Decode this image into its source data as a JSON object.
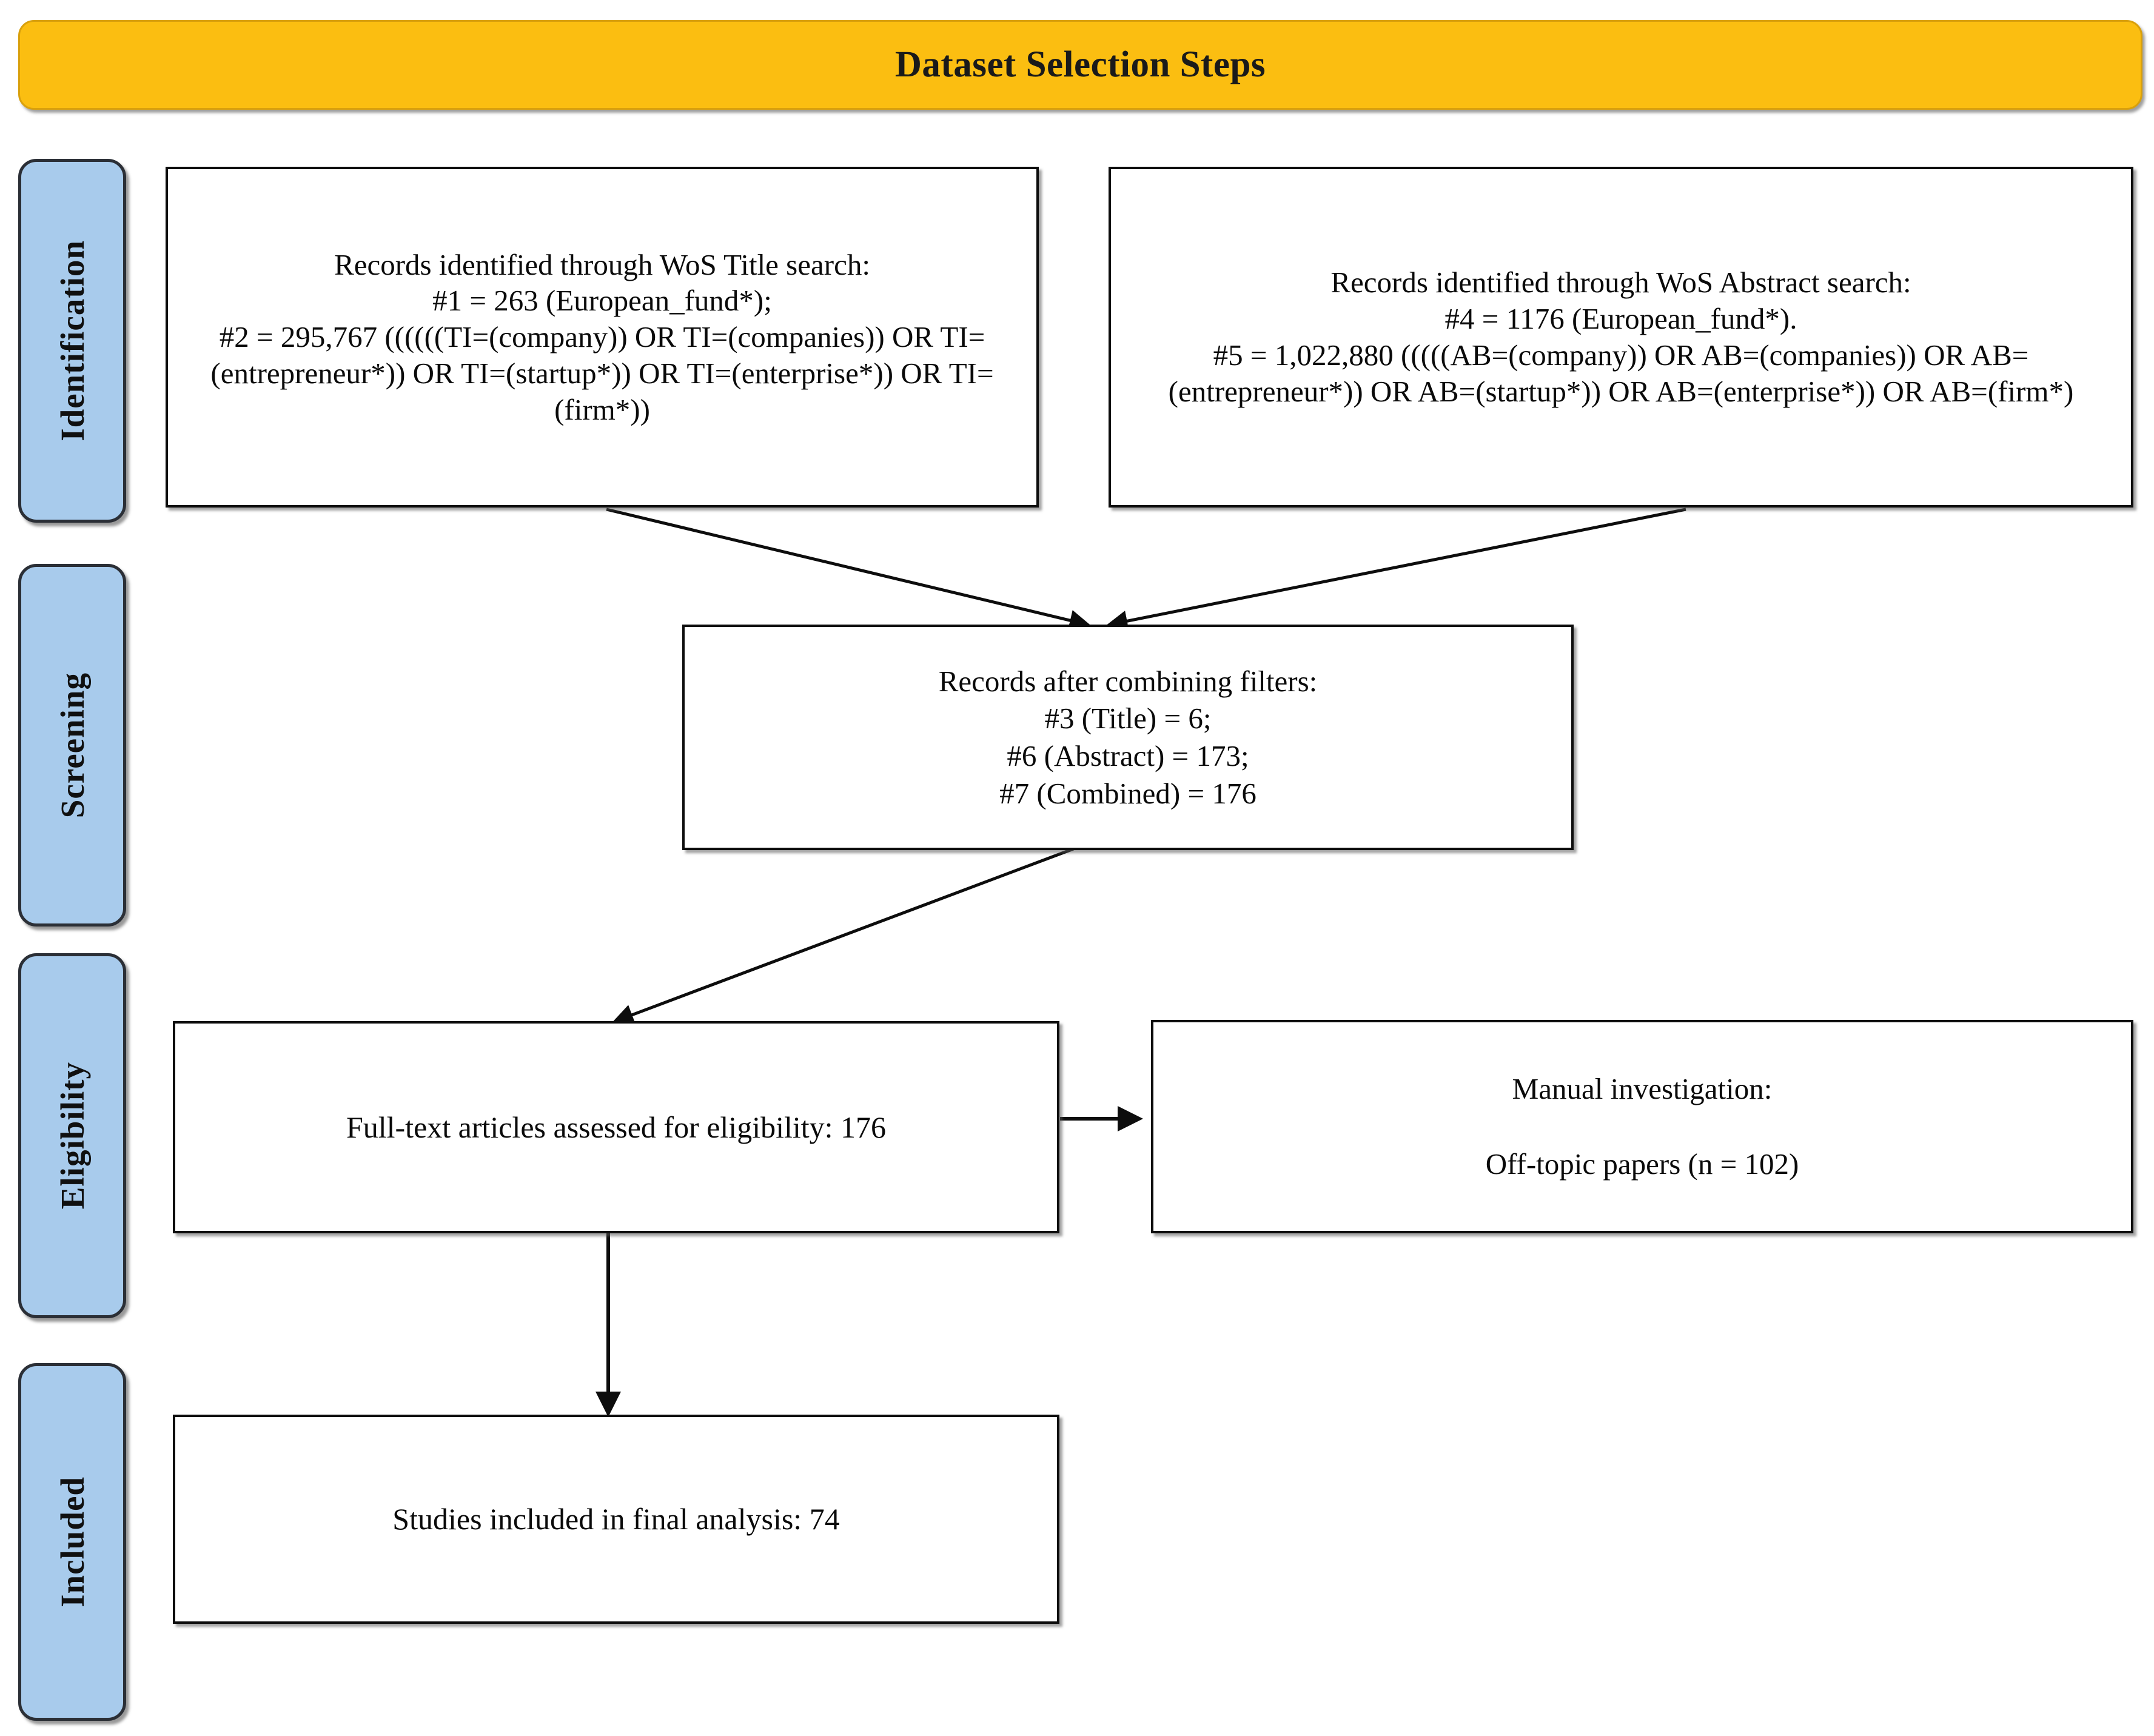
{
  "banner": {
    "title": "Dataset Selection Steps",
    "bg_color": "#FBBE11"
  },
  "stages": [
    {
      "key": "identification",
      "label": "Identification"
    },
    {
      "key": "screening",
      "label": "Screening"
    },
    {
      "key": "eligibility",
      "label": "Eligibility"
    },
    {
      "key": "included",
      "label": "Included"
    }
  ],
  "stage_tab_color": "#A8CBEC",
  "boxes": {
    "wos_title_search": {
      "name": "Records identified through WoS Title search",
      "text": "Records identified through WoS Title search:\n#1 = 263 (European_fund*);\n#2 = 295,767 ((((((TI=(company)) OR TI=(companies)) OR TI=(entrepreneur*)) OR TI=(startup*)) OR TI=(enterprise*)) OR TI=(firm*))"
    },
    "wos_abstract_search": {
      "name": "Records identified through WoS Abstract search",
      "text": "Records identified through WoS Abstract search:\n#4 = 1176 (European_fund*).\n#5 = 1,022,880 (((((AB=(company)) OR AB=(companies)) OR AB=(entrepreneur*)) OR AB=(startup*)) OR AB=(enterprise*)) OR AB=(firm*)"
    },
    "combined_filters": {
      "name": "Records after combining filters",
      "text": "Records after combining filters:\n#3 (Title) = 6;\n#6 (Abstract) = 173;\n#7 (Combined) = 176"
    },
    "full_text_assessed": {
      "name": "Full-text articles assessed for eligibility",
      "text": "Full-text articles assessed for eligibility: 176"
    },
    "manual_investigation": {
      "name": "Manual investigation off-topic papers excluded",
      "text": "Manual investigation:\n\nOff-topic papers (n = 102)"
    },
    "studies_included": {
      "name": "Studies included in final analysis",
      "text": "Studies included in final analysis: 74"
    }
  },
  "chart_data": {
    "type": "diagram",
    "diagram_kind": "prisma-flow",
    "title": "Dataset Selection Steps",
    "stages": [
      "Identification",
      "Screening",
      "Eligibility",
      "Included"
    ],
    "nodes": [
      {
        "id": "n1",
        "stage": "Identification",
        "label": "Records identified through WoS Title search",
        "queries": [
          {
            "id": "#1",
            "count": 263,
            "expression": "(European_fund*)"
          },
          {
            "id": "#2",
            "count": 295767,
            "expression": "((((((TI=(company)) OR TI=(companies)) OR TI=(entrepreneur*)) OR TI=(startup*)) OR TI=(enterprise*)) OR TI=(firm*))"
          }
        ]
      },
      {
        "id": "n2",
        "stage": "Identification",
        "label": "Records identified through WoS Abstract search",
        "queries": [
          {
            "id": "#4",
            "count": 1176,
            "expression": "(European_fund*)"
          },
          {
            "id": "#5",
            "count": 1022880,
            "expression": "(((((AB=(company)) OR AB=(companies)) OR AB=(entrepreneur*)) OR AB=(startup*)) OR AB=(enterprise*)) OR AB=(firm*)"
          }
        ]
      },
      {
        "id": "n3",
        "stage": "Screening",
        "label": "Records after combining filters",
        "queries": [
          {
            "id": "#3",
            "count": 6,
            "expression": "(Title)"
          },
          {
            "id": "#6",
            "count": 173,
            "expression": "(Abstract)"
          },
          {
            "id": "#7",
            "count": 176,
            "expression": "(Combined)"
          }
        ]
      },
      {
        "id": "n4",
        "stage": "Eligibility",
        "label": "Full-text articles assessed for eligibility",
        "count": 176
      },
      {
        "id": "n5",
        "stage": "Eligibility",
        "label": "Manual investigation: Off-topic papers",
        "count": 102
      },
      {
        "id": "n6",
        "stage": "Included",
        "label": "Studies included in final analysis",
        "count": 74
      }
    ],
    "edges": [
      {
        "from": "n1",
        "to": "n3"
      },
      {
        "from": "n2",
        "to": "n3"
      },
      {
        "from": "n3",
        "to": "n4"
      },
      {
        "from": "n4",
        "to": "n5"
      },
      {
        "from": "n4",
        "to": "n6"
      }
    ]
  }
}
